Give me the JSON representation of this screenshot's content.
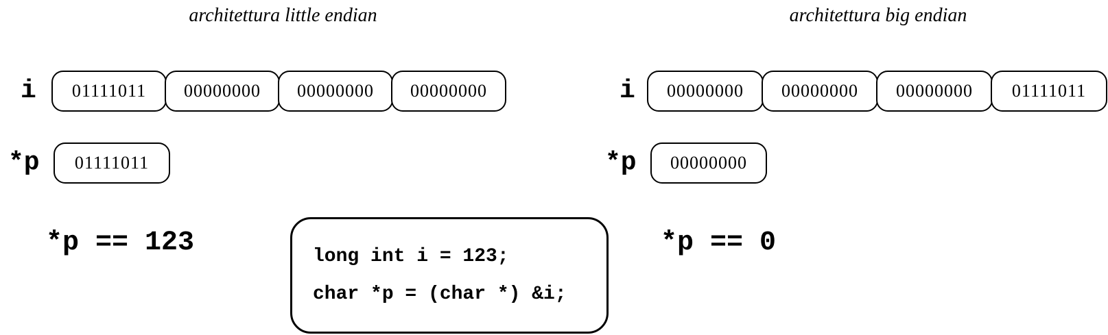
{
  "diagram": {
    "panels": [
      {
        "title": "architettura little endian",
        "int_label": "i",
        "int_bytes": [
          "01111011",
          "00000000",
          "00000000",
          "00000000"
        ],
        "pointer_label": "*p",
        "pointer_byte": "01111011",
        "result_expression": "*p == 123"
      },
      {
        "title": "architettura big endian",
        "int_label": "i",
        "int_bytes": [
          "00000000",
          "00000000",
          "00000000",
          "01111011"
        ],
        "pointer_label": "*p",
        "pointer_byte": "00000000",
        "result_expression": "*p == 0"
      }
    ],
    "code_box": {
      "lines": [
        "long int i = 123;",
        "char *p = (char *) &i;"
      ]
    },
    "colors": {
      "ink": "#000000",
      "background": "#ffffff"
    }
  }
}
